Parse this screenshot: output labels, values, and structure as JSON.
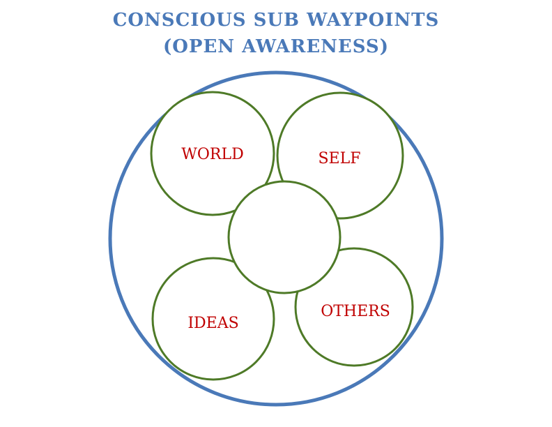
{
  "title": {
    "line1": "CONSCIOUS SUB WAYPOINTS",
    "line2": "(OPEN AWARENESS)"
  },
  "colors": {
    "title": "#4a79b8",
    "outer_ring": "#4a79b8",
    "inner_ring": "#4e7a27",
    "label": "#c00000"
  },
  "nodes": {
    "world": "WORLD",
    "self": "SELF",
    "center": "",
    "ideas": "IDEAS",
    "others": "OTHERS"
  }
}
